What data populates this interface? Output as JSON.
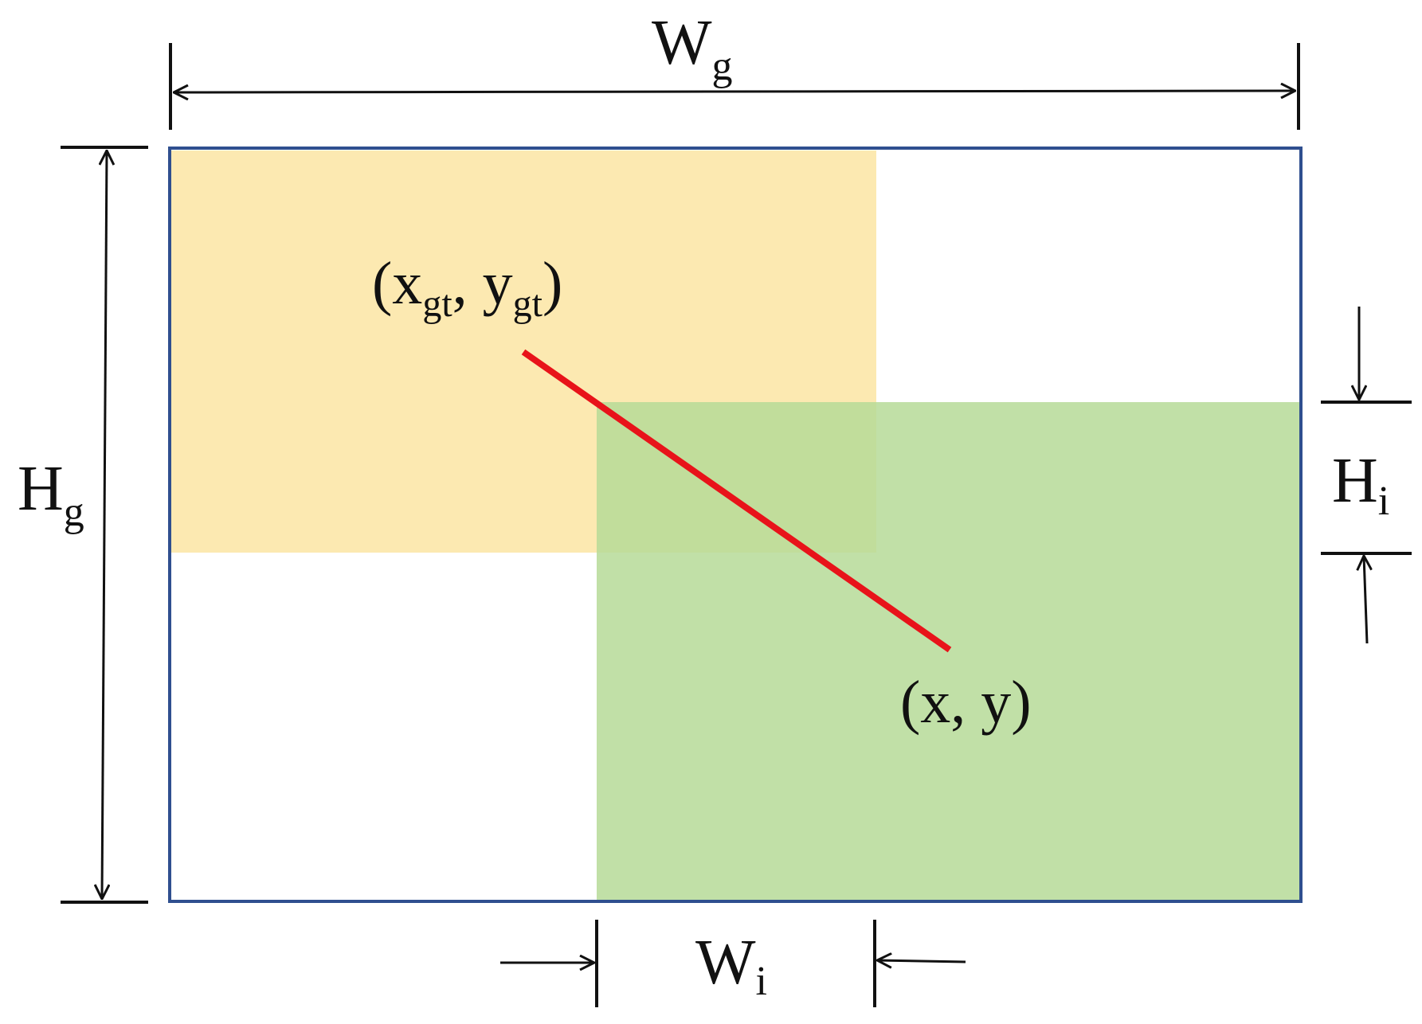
{
  "labels": {
    "wg": {
      "base": "W",
      "sub": "g"
    },
    "hg": {
      "base": "H",
      "sub": "g"
    },
    "wi": {
      "base": "W",
      "sub": "i"
    },
    "hi": {
      "base": "H",
      "sub": "i"
    },
    "gt_point": {
      "open": "(x",
      "x_sub": "gt",
      "mid": ", y",
      "y_sub": "gt",
      "close": ")"
    },
    "pred_point": "(x, y)"
  },
  "colors": {
    "enclosing_box": "#2f4f8f",
    "ground_truth_box": "#fce9b1",
    "prediction_box": "#b6db98",
    "distance_line": "#e8131a",
    "dimension_lines": "#111111"
  }
}
